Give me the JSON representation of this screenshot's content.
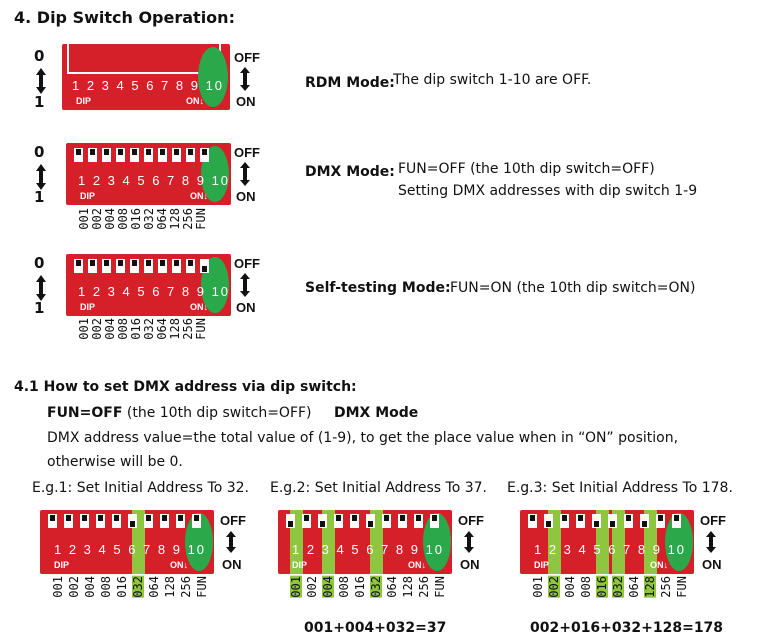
{
  "section4": {
    "title": "4.  Dip Switch Operation:"
  },
  "switch_side": {
    "zero": "0",
    "one": "1",
    "off": "OFF",
    "on": "ON",
    "dip": "DIP",
    "on_arrow": "ON↓"
  },
  "switch_numbers": [
    "1",
    "2",
    "3",
    "4",
    "5",
    "6",
    "7",
    "8",
    "9",
    "10"
  ],
  "value_labels": [
    "001",
    "002",
    "004",
    "008",
    "016",
    "032",
    "064",
    "128",
    "256",
    "FUN"
  ],
  "modes": [
    {
      "label": "RDM Mode:",
      "line1": "The dip switch 1-10 are OFF.",
      "line2": ""
    },
    {
      "label": "DMX Mode:",
      "line1": "FUN=OFF (the 10th dip switch=OFF)",
      "line2": "Setting DMX addresses with dip switch 1-9"
    },
    {
      "label": "Self-testing Mode:",
      "line1": "FUN=ON (the 10th dip switch=ON)",
      "line2": ""
    }
  ],
  "section41": {
    "title": "4.1  How to set DMX address via dip switch:",
    "fun_bold": "FUN=OFF",
    "fun_rest": " (the 10th dip switch=OFF)",
    "dmx_mode": "DMX Mode",
    "desc1": "DMX address value=the total value of (1-9), to get the place value when in “ON” position,",
    "desc2": "otherwise will be 0."
  },
  "examples": [
    {
      "caption": "E.g.1: Set Initial Address To 32.",
      "formula": ""
    },
    {
      "caption": "E.g.2: Set Initial Address To 37.",
      "formula": "001+004+032=37"
    },
    {
      "caption": "E.g.3: Set Initial Address To 178.",
      "formula": "002+016+032+128=178"
    }
  ],
  "colors": {
    "switch_red": "#d5202a",
    "highlight_green": "#8ec63f",
    "fun_green": "#2aa84a"
  }
}
